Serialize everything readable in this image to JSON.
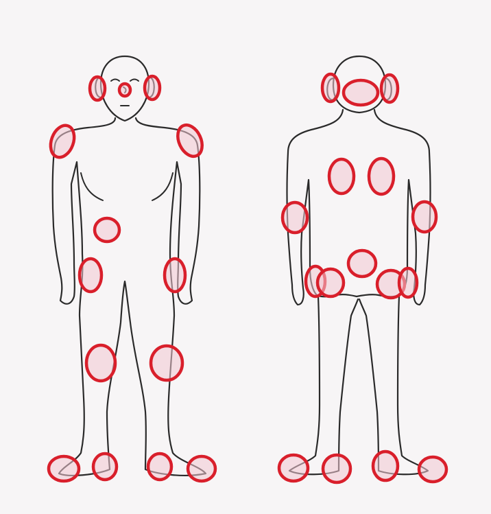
{
  "colors": {
    "paper": "#f7f5f6",
    "outline": "#2a2a2a",
    "ring": "#d91f2b",
    "fill": "#f2c6d2"
  },
  "figures": [
    {
      "name": "figure-front",
      "view": "front"
    },
    {
      "name": "figure-back",
      "view": "back"
    }
  ],
  "marked_regions": {
    "front": [
      "left-ear",
      "right-ear",
      "nose",
      "left-shoulder",
      "right-shoulder",
      "abdomen",
      "left-hip",
      "right-hip",
      "left-knee",
      "right-knee",
      "left-heel",
      "left-toes",
      "right-toes",
      "right-heel"
    ],
    "back": [
      "left-ear",
      "right-ear",
      "back-of-head",
      "left-shoulder-blade",
      "right-shoulder-blade",
      "left-elbow",
      "right-elbow",
      "sacrum",
      "left-buttock",
      "right-buttock",
      "left-hip",
      "right-hip",
      "left-heel",
      "left-toes",
      "right-toes",
      "right-heel"
    ]
  }
}
